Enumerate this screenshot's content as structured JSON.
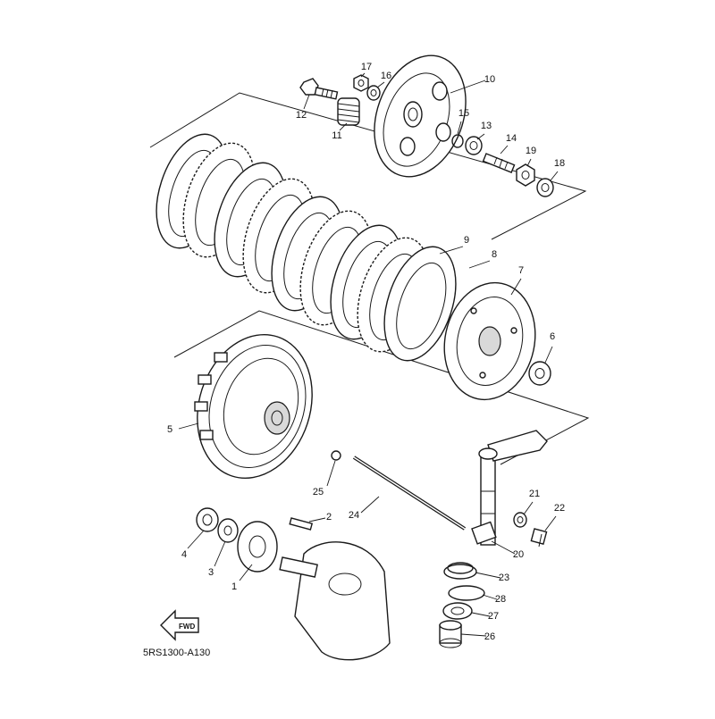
{
  "diagram": {
    "reference_code": "5RS1300-A130",
    "direction_arrow_label": "FWD",
    "callouts": [
      {
        "id": "c1",
        "label": "1"
      },
      {
        "id": "c2",
        "label": "2"
      },
      {
        "id": "c3",
        "label": "3"
      },
      {
        "id": "c4",
        "label": "4"
      },
      {
        "id": "c5",
        "label": "5"
      },
      {
        "id": "c6",
        "label": "6"
      },
      {
        "id": "c7",
        "label": "7"
      },
      {
        "id": "c8",
        "label": "8"
      },
      {
        "id": "c9",
        "label": "9"
      },
      {
        "id": "c10",
        "label": "10"
      },
      {
        "id": "c11",
        "label": "11"
      },
      {
        "id": "c12",
        "label": "12"
      },
      {
        "id": "c13",
        "label": "13"
      },
      {
        "id": "c14",
        "label": "14"
      },
      {
        "id": "c15",
        "label": "15"
      },
      {
        "id": "c16",
        "label": "16"
      },
      {
        "id": "c17",
        "label": "17"
      },
      {
        "id": "c18",
        "label": "18"
      },
      {
        "id": "c19",
        "label": "19"
      },
      {
        "id": "c20",
        "label": "20"
      },
      {
        "id": "c21",
        "label": "21"
      },
      {
        "id": "c22",
        "label": "22"
      },
      {
        "id": "c23",
        "label": "23"
      },
      {
        "id": "c24",
        "label": "24"
      },
      {
        "id": "c25",
        "label": "25"
      },
      {
        "id": "c26",
        "label": "26"
      },
      {
        "id": "c27",
        "label": "27"
      },
      {
        "id": "c28",
        "label": "28"
      }
    ]
  }
}
